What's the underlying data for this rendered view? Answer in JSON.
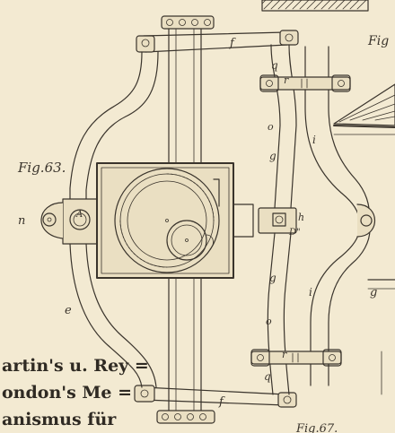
{
  "plate": {
    "fig_left": "Fig.63.",
    "fig_top_right": "Fig",
    "fig_bottom_right": "Fig.67.",
    "caption_lines": [
      "artin's u. Rey =",
      "ondon's Me =",
      "anismus für"
    ]
  },
  "labels": {
    "n": "n",
    "a": "A",
    "e": "e",
    "f_top": "f",
    "f_bottom": "f",
    "q_top": "q",
    "q_bottom": "q",
    "r_top": "r",
    "r_bottom": "r",
    "o_top": "o",
    "o_bottom": "o",
    "g_top": "g",
    "g_mid": "g",
    "g_right": "g",
    "i_top": "i",
    "i_bottom": "i",
    "h": "h",
    "d": "D\""
  }
}
